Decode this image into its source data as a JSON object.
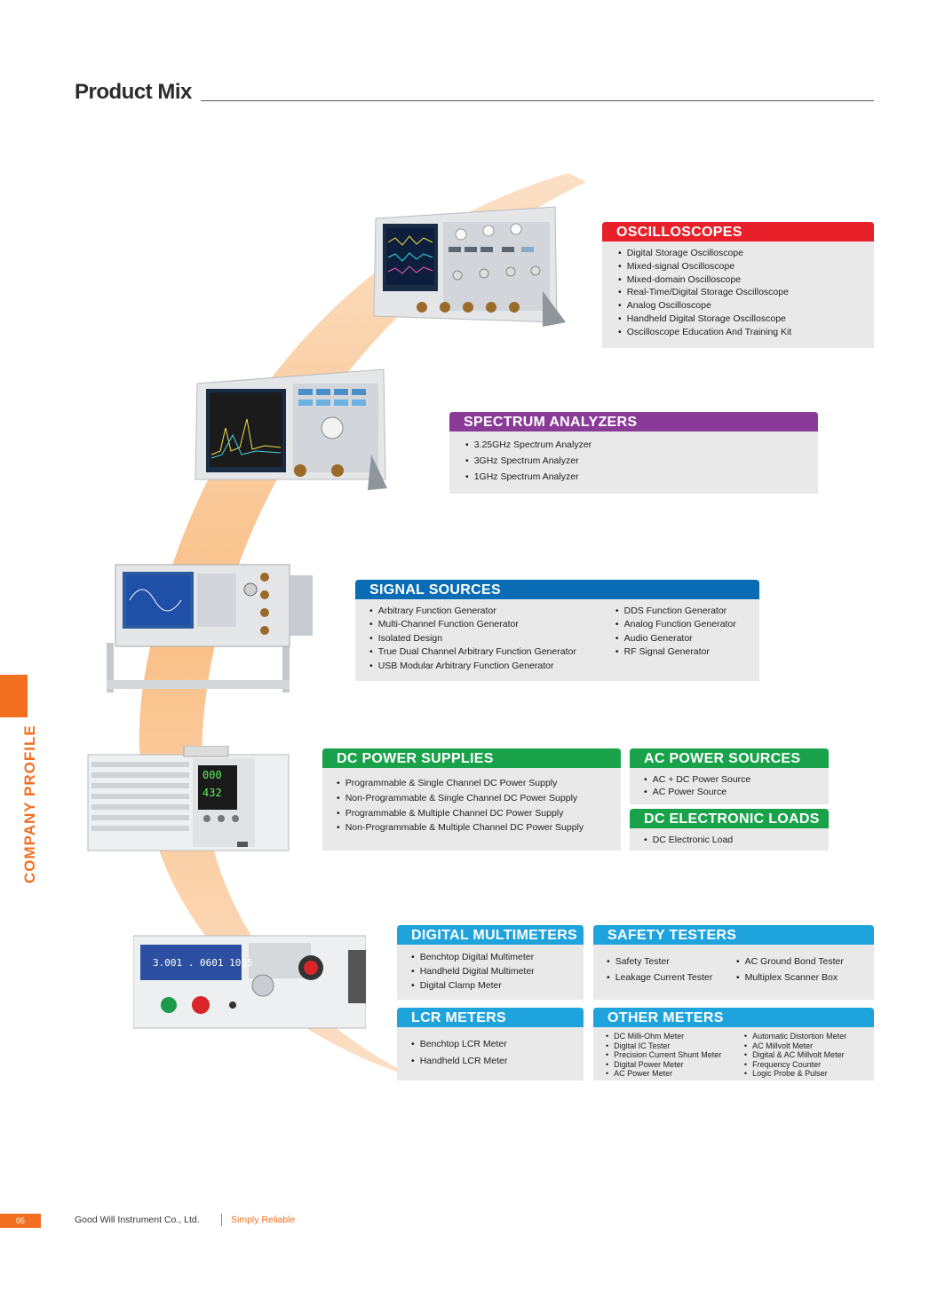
{
  "page": {
    "title": "Product Mix"
  },
  "side_label": "COMPANY PROFILE",
  "colors": {
    "accent": "#f26f21",
    "red": "#e8202a",
    "purple": "#8a3b97",
    "blue": "#0a6cb5",
    "green": "#1aa24a",
    "cyan": "#1fa3dc",
    "card_bg": "#e9e9ea"
  },
  "sections": {
    "oscilloscopes": {
      "title": "OSCILLOSCOPES",
      "items": [
        "Digital Storage Oscilloscope",
        "Mixed-signal Oscilloscope",
        "Mixed-domain Oscilloscope",
        "Real-Time/Digital Storage Oscilloscope",
        "Analog Oscilloscope",
        "Handheld Digital Storage Oscilloscope",
        "Oscilloscope Education And Training Kit"
      ]
    },
    "spectrum": {
      "title": "SPECTRUM  ANALYZERS",
      "items": [
        "3.25GHz Spectrum Analyzer",
        "3GHz Spectrum Analyzer",
        "1GHz Spectrum Analyzer"
      ]
    },
    "signal": {
      "title": "SIGNAL  SOURCES",
      "left": [
        "Arbitrary Function Generator",
        "Multi-Channel Function Generator",
        "Isolated Design",
        "True Dual Channel Arbitrary Function Generator",
        "USB Modular Arbitrary Function Generator"
      ],
      "right": [
        "DDS Function Generator",
        "Analog Function Generator",
        "Audio Generator",
        "RF  Signal  Generator"
      ]
    },
    "dc_power": {
      "title": "DC POWER SUPPLIES",
      "items": [
        "Programmable & Single Channel DC Power Supply",
        "Non-Programmable & Single Channel DC Power Supply",
        "Programmable & Multiple Channel DC Power Supply",
        "Non-Programmable & Multiple Channel DC Power Supply"
      ]
    },
    "ac_power": {
      "title": "AC POWER SOURCES",
      "items": [
        "AC + DC Power Source",
        "AC Power Source"
      ]
    },
    "dc_loads": {
      "title": "DC ELECTRONIC LOADS",
      "items": [
        "DC Electronic Load"
      ]
    },
    "dmm": {
      "title": "DIGITAL MULTIMETERS",
      "items": [
        "Benchtop Digital Multimeter",
        "Handheld Digital Multimeter",
        "Digital Clamp Meter"
      ]
    },
    "safety": {
      "title": "SAFETY TESTERS",
      "left": [
        "Safety Tester",
        "Leakage Current Tester"
      ],
      "right": [
        "AC Ground Bond Tester",
        "Multiplex Scanner Box"
      ]
    },
    "lcr": {
      "title": "LCR METERS",
      "items": [
        "Benchtop LCR Meter",
        "Handheld LCR Meter"
      ]
    },
    "other": {
      "title": "OTHER METERS",
      "left": [
        "DC Milli-Ohm Meter",
        "Digital IC Tester",
        "Precision Current Shunt Meter",
        "Digital Power Meter",
        "AC Power Meter"
      ],
      "right": [
        "Automatic Distortion Meter",
        "AC Millvolt Meter",
        "Digital & AC Millvolt Meter",
        "Frequency Counter",
        "Logic Probe & Pulser"
      ]
    }
  },
  "devices": {
    "dcps_display_top": "000",
    "dcps_display_bottom": "432",
    "dmm_display": "3.001 . 0601  1035"
  },
  "footer": {
    "page_number": "05",
    "company": "Good Will Instrument Co., Ltd.",
    "tagline": "Simply Reliable"
  }
}
